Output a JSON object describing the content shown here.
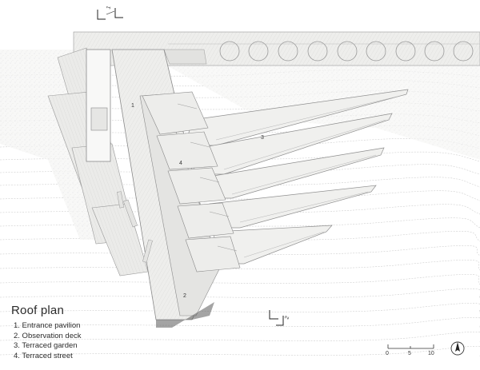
{
  "drawing": {
    "legend_title": "Roof plan",
    "legend_items": [
      "1. Entrance pavilion",
      "2. Observation deck",
      "3. Terraced garden",
      "4. Terraced street"
    ],
    "plan_labels": [
      "1",
      "2",
      "3",
      "4"
    ],
    "scale_bar": {
      "labels": [
        "0",
        "5",
        "10"
      ]
    },
    "section_markers": [
      "1",
      "2"
    ],
    "north_arrow": "north-arrow-icon"
  },
  "colors": {
    "roof_fill": "#ececea",
    "roof_stroke": "#8a8a8a",
    "contour": "#c8c8c8",
    "stipple": "#dedede"
  }
}
